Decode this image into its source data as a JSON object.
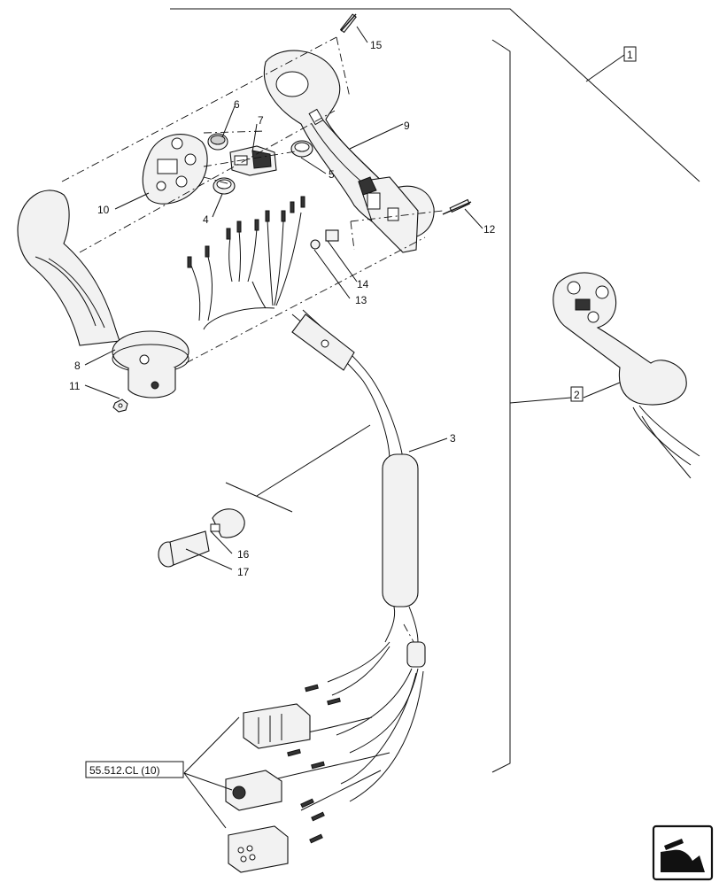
{
  "callouts": {
    "c1": "1",
    "c2": "2",
    "c3": "3",
    "c4": "4",
    "c5": "5",
    "c6": "6",
    "c7": "7",
    "c8": "8",
    "c9": "9",
    "c10": "10",
    "c11": "11",
    "c12": "12",
    "c13": "13",
    "c14": "14",
    "c15": "15",
    "c16": "16",
    "c17": "17"
  },
  "reference": {
    "label": "55.512.CL (10)"
  },
  "icons": {
    "nav": "next-page-arrow-icon"
  }
}
